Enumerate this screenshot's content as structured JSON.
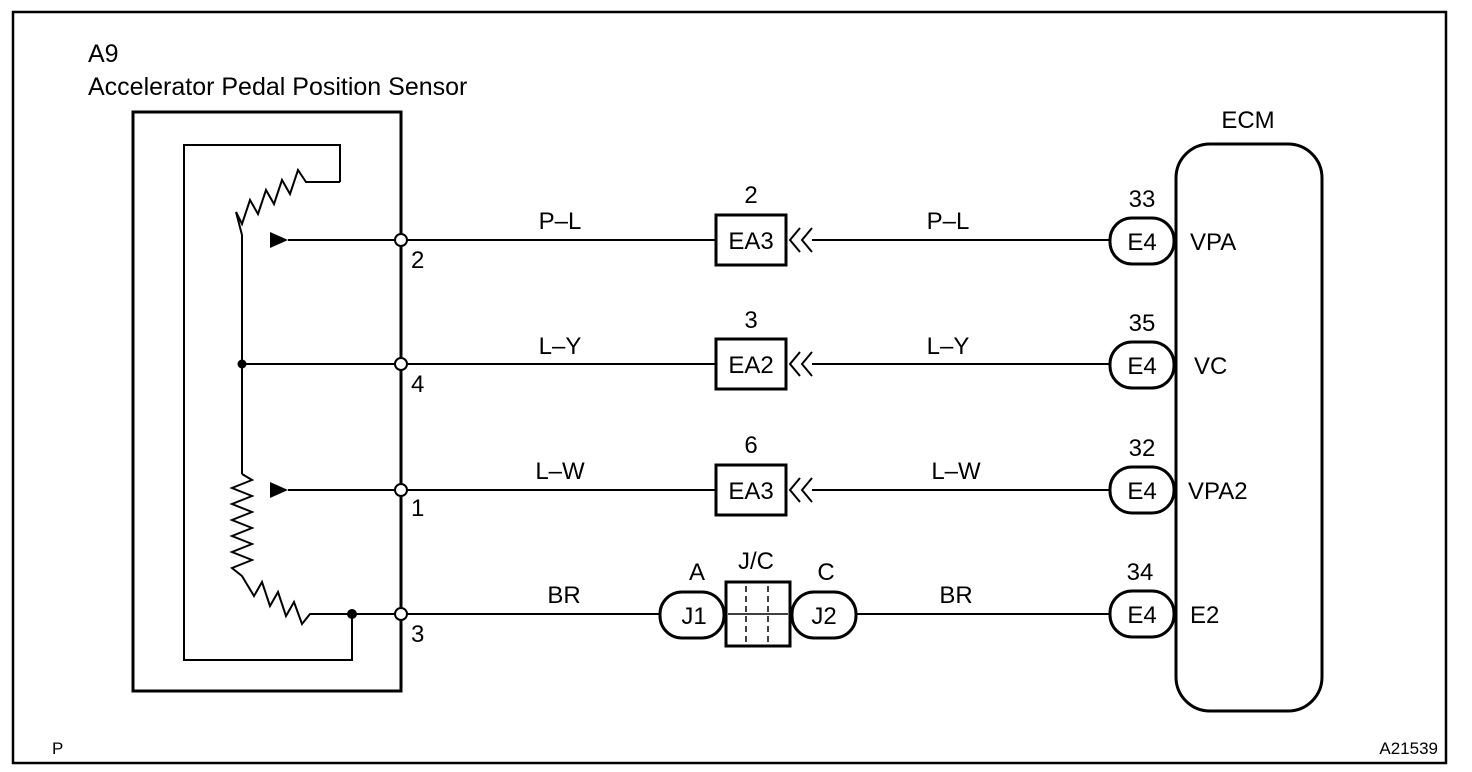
{
  "sensor": {
    "code": "A9",
    "name": "Accelerator Pedal Position Sensor"
  },
  "ecm": {
    "title": "ECM"
  },
  "circuits": [
    {
      "sensor_pin": "2",
      "wire_left": "P–L",
      "connector": "EA3",
      "connector_pin": "2",
      "wire_right": "P–L",
      "ecm_connector": "E4",
      "ecm_pin": "33",
      "signal": "VPA"
    },
    {
      "sensor_pin": "4",
      "wire_left": "L–Y",
      "connector": "EA2",
      "connector_pin": "3",
      "wire_right": "L–Y",
      "ecm_connector": "E4",
      "ecm_pin": "35",
      "signal": "VC"
    },
    {
      "sensor_pin": "1",
      "wire_left": "L–W",
      "connector": "EA3",
      "connector_pin": "6",
      "wire_right": "L–W",
      "ecm_connector": "E4",
      "ecm_pin": "32",
      "signal": "VPA2"
    },
    {
      "sensor_pin": "3",
      "wire_left": "BR",
      "wire_right": "BR",
      "ecm_connector": "E4",
      "ecm_pin": "34",
      "signal": "E2"
    }
  ],
  "junction": {
    "name": "J/C",
    "left_pin": "A",
    "left_connector": "J1",
    "right_pin": "C",
    "right_connector": "J2"
  },
  "footer": {
    "left": "P",
    "right": "A21539"
  }
}
